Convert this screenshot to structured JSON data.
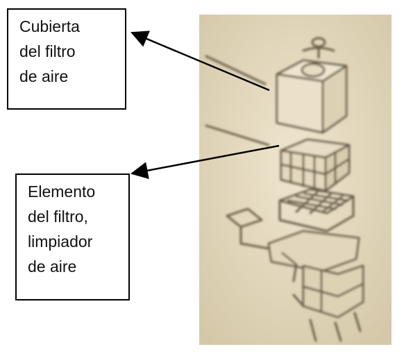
{
  "labels": {
    "top": {
      "lines": [
        "Cubierta",
        "del filtro",
        "de aire"
      ]
    },
    "bottom": {
      "lines": [
        "Elemento",
        "del filtro,",
        "limpiador",
        "de aire"
      ]
    }
  },
  "colors": {
    "photo_background": "#e2d7bf",
    "drawing_line": "#6b5f4a",
    "arrow": "#000000"
  }
}
